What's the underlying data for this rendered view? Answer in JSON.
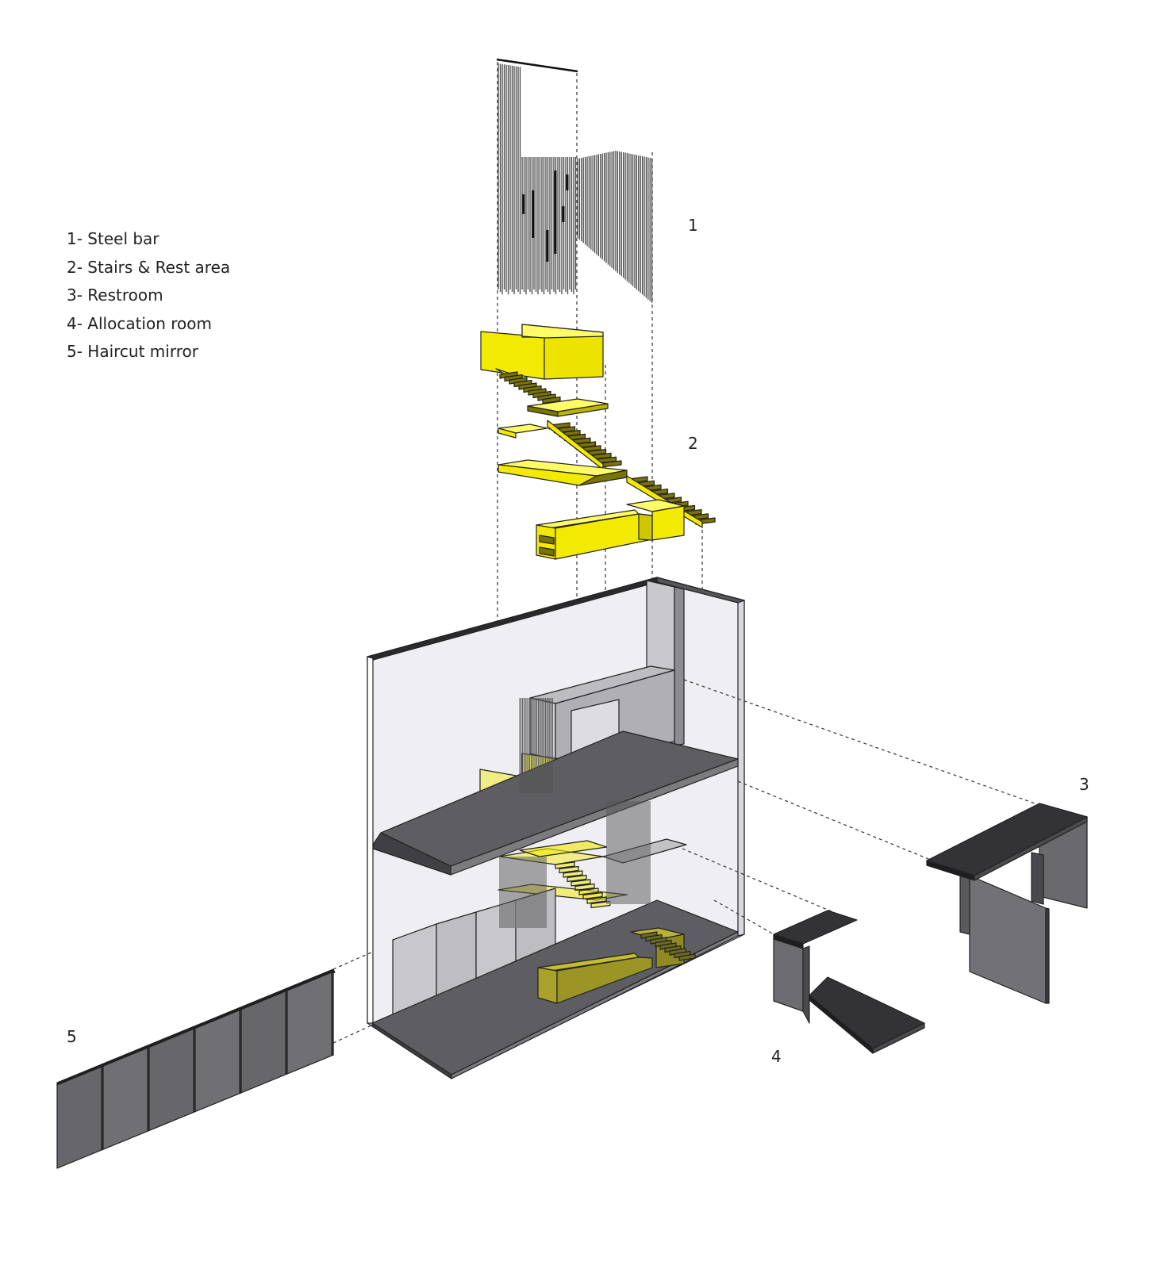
{
  "legend": [
    {
      "number": "1",
      "label": "1- Steel bar"
    },
    {
      "number": "2",
      "label": "2- Stairs & Rest area"
    },
    {
      "number": "3",
      "label": "3- Restroom"
    },
    {
      "number": "4",
      "label": "4- Allocation room"
    },
    {
      "number": "5",
      "label": "5- Haircut mirror"
    }
  ],
  "callouts": {
    "steel_bar": "1",
    "stairs": "2",
    "restroom": "3",
    "allocation_room": "4",
    "haircut_mirror": "5"
  },
  "colors": {
    "accent_yellow": "#f2ea00",
    "yellow_shadow": "#7a7400",
    "dark_gray": "#3b3b3d",
    "mid_gray": "#6e6e71",
    "glass": "#e9e8ee",
    "line": "#111111"
  },
  "icons": [
    "steel-bar-curtain",
    "stairs-assembly",
    "building-section",
    "restroom-module",
    "allocation-room-module",
    "mirror-panels"
  ]
}
